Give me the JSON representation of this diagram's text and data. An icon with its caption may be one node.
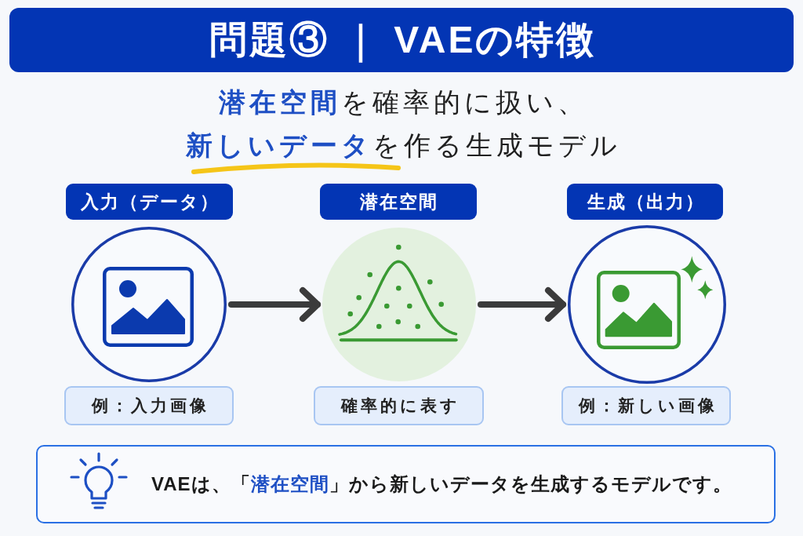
{
  "diagram": {
    "title": "問題③ ｜ VAEの特徴",
    "nodes": [
      {
        "text": [
          "入力（データ）"
        ]
      },
      {
        "text": [],
        "shape": "circle"
      },
      {
        "text": [
          "例：入力画像"
        ]
      },
      {
        "text": [
          "潜在空間"
        ]
      },
      {
        "text": [],
        "shape": "circle"
      },
      {
        "text": [
          "確率的に表す"
        ]
      },
      {
        "text": [
          "生成（出力）"
        ]
      },
      {
        "text": [],
        "shape": "circle"
      },
      {
        "text": [
          "例：新しい画像"
        ]
      },
      {
        "text": [
          "VAEは、「**潜在空間**」から新しいデータを生成するモデルです。"
        ]
      }
    ],
    "edges": [
      {
        "from": 1,
        "to": 4,
        "arrow": "to"
      },
      {
        "from": 4,
        "to": 7,
        "arrow": "to"
      }
    ],
    "labels": [
      "**潜在空間**を確率的に扱い、**新しいデータ**を作る生成モデル"
    ]
  }
}
